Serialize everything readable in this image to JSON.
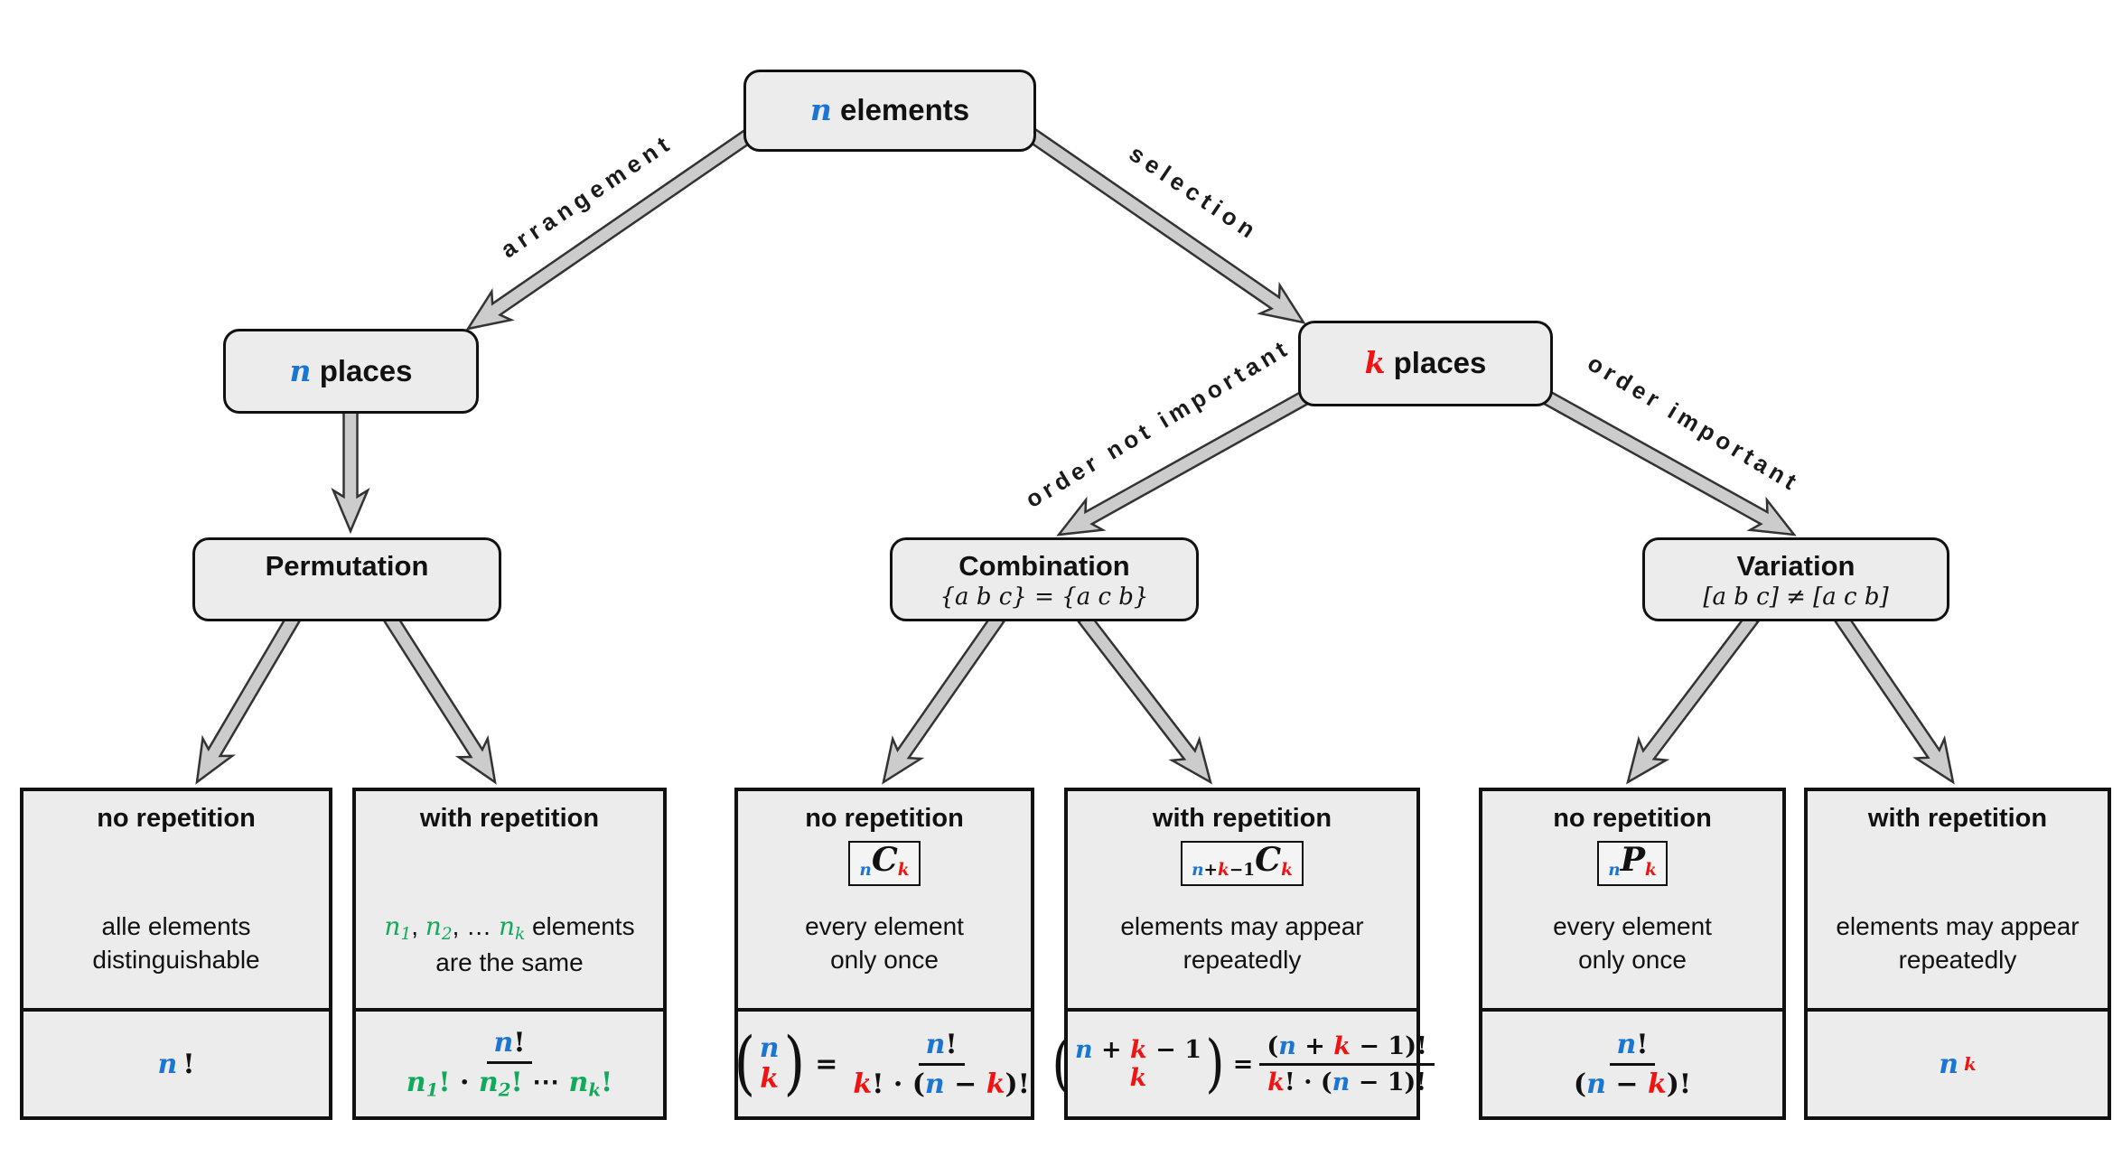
{
  "colors": {
    "blue": "#1b75d2",
    "red": "#f01311",
    "green": "#12a95c",
    "box_fill": "#ececec",
    "arrow_fill": "#cccccc",
    "arrow_stroke": "#333333"
  },
  "nodes": {
    "root": {
      "tokens": [
        {
          "t": "n",
          "c": "mb c-b"
        },
        {
          "t": " elements"
        }
      ]
    },
    "n_places": {
      "tokens": [
        {
          "t": "n",
          "c": "mb c-b"
        },
        {
          "t": " places"
        }
      ]
    },
    "k_places": {
      "tokens": [
        {
          "t": "k",
          "c": "mb c-r"
        },
        {
          "t": " places"
        }
      ]
    },
    "permutation": {
      "title": "Permutation"
    },
    "combination": {
      "title": "Combination",
      "subtitle": "{a b c} = {a c b}"
    },
    "variation": {
      "title": "Variation",
      "subtitle": "[a b c] ≠ [a c b]"
    }
  },
  "edge_labels": {
    "arrangement": "arrangement",
    "selection": "selection",
    "order_not_important": "order not important",
    "order_important": "order important"
  },
  "leaves": [
    {
      "header": "no repetition",
      "body1_tokens": [
        {
          "t": "alle elements"
        }
      ],
      "body2": "distinguishable",
      "formula_tokens": [
        {
          "t": "n",
          "c": "mb c-b"
        },
        {
          "t": "!"
        }
      ]
    },
    {
      "header": "with repetition",
      "body1_tokens": [
        {
          "t": "n",
          "c": "mi c-g"
        },
        {
          "t": "1",
          "c": "mi c-g sub"
        },
        {
          "t": ", "
        },
        {
          "t": "n",
          "c": "mi c-g"
        },
        {
          "t": "2",
          "c": "mi c-g sub"
        },
        {
          "t": ", … "
        },
        {
          "t": "n",
          "c": "mi c-g"
        },
        {
          "t": "k",
          "c": "mi c-g sub"
        },
        {
          "t": " elements"
        }
      ],
      "body2": "are the same",
      "frac_num_tokens": [
        {
          "t": "n",
          "c": "mb c-b"
        },
        {
          "t": "!"
        }
      ],
      "frac_den_tokens": [
        {
          "t": "n",
          "c": "mb c-g"
        },
        {
          "t": "1",
          "c": "mb c-g sub"
        },
        {
          "t": "!",
          "c": "c-g"
        },
        {
          "t": " · "
        },
        {
          "t": "n",
          "c": "mb c-g"
        },
        {
          "t": "2",
          "c": "mb c-g sub"
        },
        {
          "t": "!",
          "c": "c-g"
        },
        {
          "t": " ⋯ "
        },
        {
          "t": "n",
          "c": "mb c-g"
        },
        {
          "t": "k",
          "c": "mb c-g sub"
        },
        {
          "t": "!",
          "c": "c-g"
        }
      ]
    },
    {
      "header": "no repetition",
      "badge_tokens": [
        {
          "t": "n",
          "c": "mb c-b sub"
        },
        {
          "t": "C",
          "c": "mb big"
        },
        {
          "t": "k",
          "c": "mb c-r sub"
        }
      ],
      "body1_tokens": [
        {
          "t": "every element"
        }
      ],
      "body2": "only once",
      "binom_top_tokens": [
        {
          "t": "n",
          "c": "mb c-b"
        }
      ],
      "binom_bottom_tokens": [
        {
          "t": "k",
          "c": "mb c-r"
        }
      ],
      "equals": "=",
      "frac_num_tokens": [
        {
          "t": "n",
          "c": "mb c-b"
        },
        {
          "t": "!"
        }
      ],
      "frac_den_tokens": [
        {
          "t": "k",
          "c": "mb c-r"
        },
        {
          "t": "! · ("
        },
        {
          "t": "n",
          "c": "mb c-b"
        },
        {
          "t": " − "
        },
        {
          "t": "k",
          "c": "mb c-r"
        },
        {
          "t": ")!"
        }
      ]
    },
    {
      "header": "with repetition",
      "badge_tokens": [
        {
          "t": "n",
          "c": "mb c-b sub"
        },
        {
          "t": "+",
          "c": "sub"
        },
        {
          "t": "k",
          "c": "mb c-r sub"
        },
        {
          "t": "−1",
          "c": "sub"
        },
        {
          "t": "C",
          "c": "mb big"
        },
        {
          "t": "k",
          "c": "mb c-r sub"
        }
      ],
      "body1_tokens": [
        {
          "t": "elements may appear"
        }
      ],
      "body2": "repeatedly",
      "binom_top_tokens": [
        {
          "t": "n",
          "c": "mb c-b"
        },
        {
          "t": " + "
        },
        {
          "t": "k",
          "c": "mb c-r"
        },
        {
          "t": " − 1"
        }
      ],
      "binom_bottom_tokens": [
        {
          "t": "k",
          "c": "mb c-r"
        }
      ],
      "equals": "=",
      "frac_num_tokens": [
        {
          "t": "("
        },
        {
          "t": "n",
          "c": "mb c-b"
        },
        {
          "t": " + "
        },
        {
          "t": "k",
          "c": "mb c-r"
        },
        {
          "t": " − 1)!"
        }
      ],
      "frac_den_tokens": [
        {
          "t": "k",
          "c": "mb c-r"
        },
        {
          "t": "! · ("
        },
        {
          "t": "n",
          "c": "mb c-b"
        },
        {
          "t": " − 1)!"
        }
      ]
    },
    {
      "header": "no repetition",
      "badge_tokens": [
        {
          "t": "n",
          "c": "mb c-b sub"
        },
        {
          "t": "P",
          "c": "mb big"
        },
        {
          "t": "k",
          "c": "mb c-r sub"
        }
      ],
      "body1_tokens": [
        {
          "t": "every element"
        }
      ],
      "body2": "only once",
      "frac_num_tokens": [
        {
          "t": "n",
          "c": "mb c-b"
        },
        {
          "t": "!"
        }
      ],
      "frac_den_tokens": [
        {
          "t": "("
        },
        {
          "t": "n",
          "c": "mb c-b"
        },
        {
          "t": " − "
        },
        {
          "t": "k",
          "c": "mb c-r"
        },
        {
          "t": ")!"
        }
      ]
    },
    {
      "header": "with repetition",
      "body1_tokens": [
        {
          "t": "elements may appear"
        }
      ],
      "body2": "repeatedly",
      "formula_tokens": [
        {
          "t": "n",
          "c": "mb c-b"
        },
        {
          "t": "k",
          "c": "mb c-r sup"
        }
      ]
    }
  ]
}
